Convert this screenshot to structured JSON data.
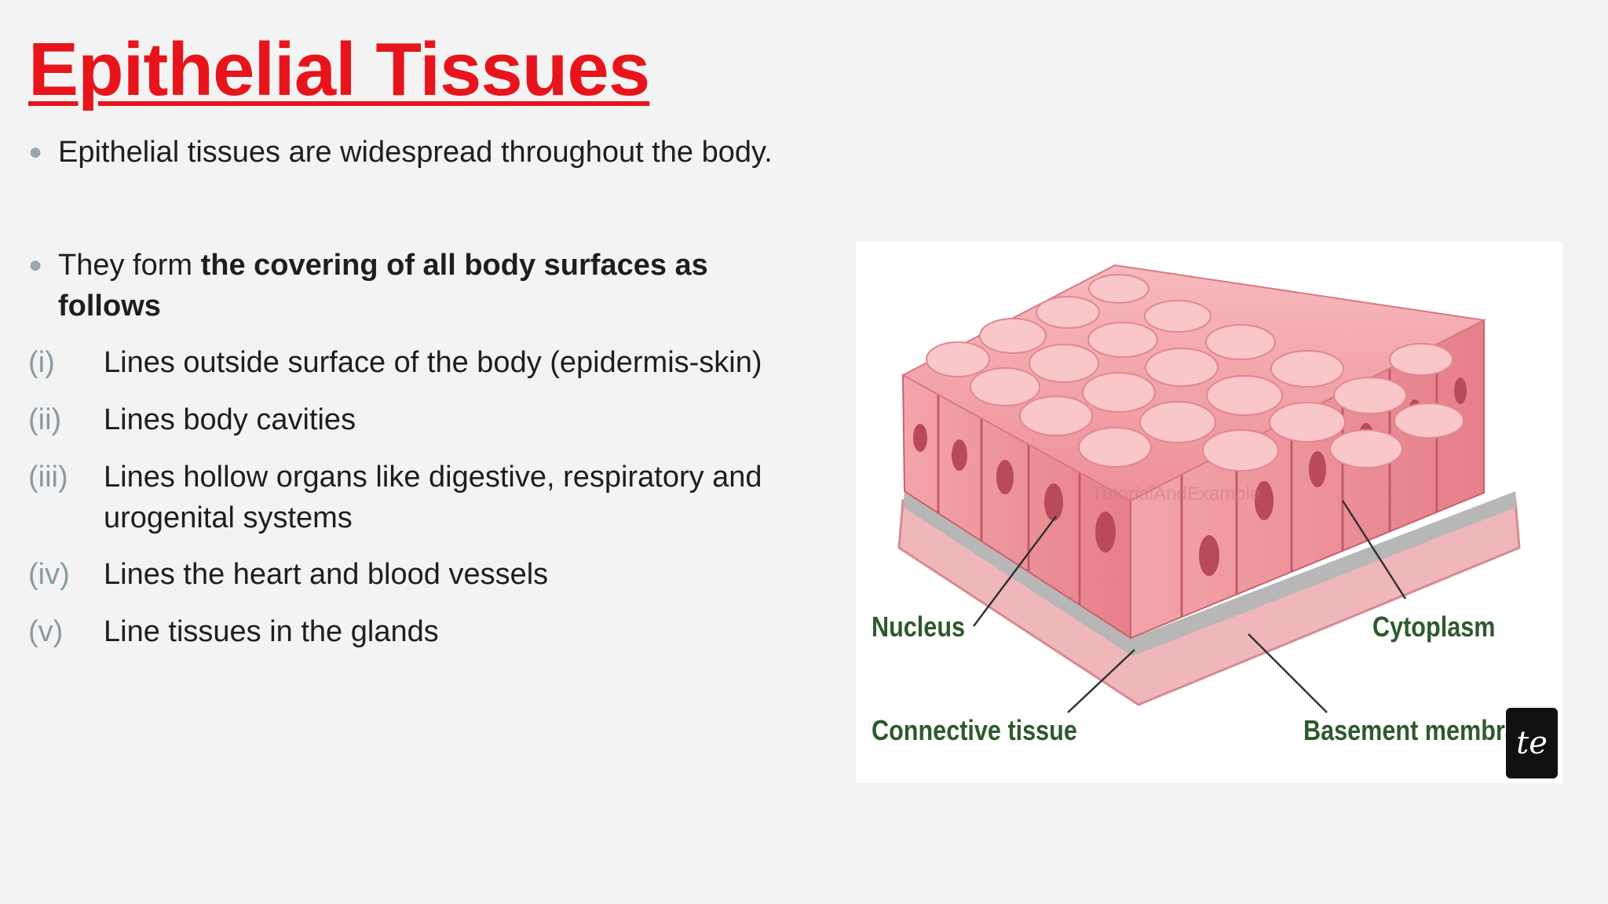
{
  "slide": {
    "title": "Epithelial Tissues",
    "bullet1": "Epithelial tissues are widespread throughout the body.",
    "bullet2_prefix": "They form ",
    "bullet2_bold": "the covering of all body surfaces as follows",
    "items": [
      {
        "num": "(i)",
        "text": "Lines outside surface of the body (epidermis-skin)"
      },
      {
        "num": "(ii)",
        "text": "Lines body cavities"
      },
      {
        "num": "(iii)",
        "text": "Lines hollow organs like digestive, respiratory and urogenital  systems"
      },
      {
        "num": "(iv)",
        "text": "Lines the heart and blood vessels"
      },
      {
        "num": "(v)",
        "text": "Line tissues in the glands"
      }
    ]
  },
  "figure": {
    "labels": {
      "nucleus": "Nucleus",
      "cytoplasm": "Cytoplasm",
      "connective": "Connective tissue",
      "basement": "Basement membrane"
    },
    "watermark": "TutorialAndExample",
    "badge_icon": "te-logo-badge",
    "colors": {
      "cell": "#f4a3a8",
      "cell_dark": "#d9707a",
      "membrane": "#b5b5b5",
      "label": "#2d5a2d"
    }
  }
}
